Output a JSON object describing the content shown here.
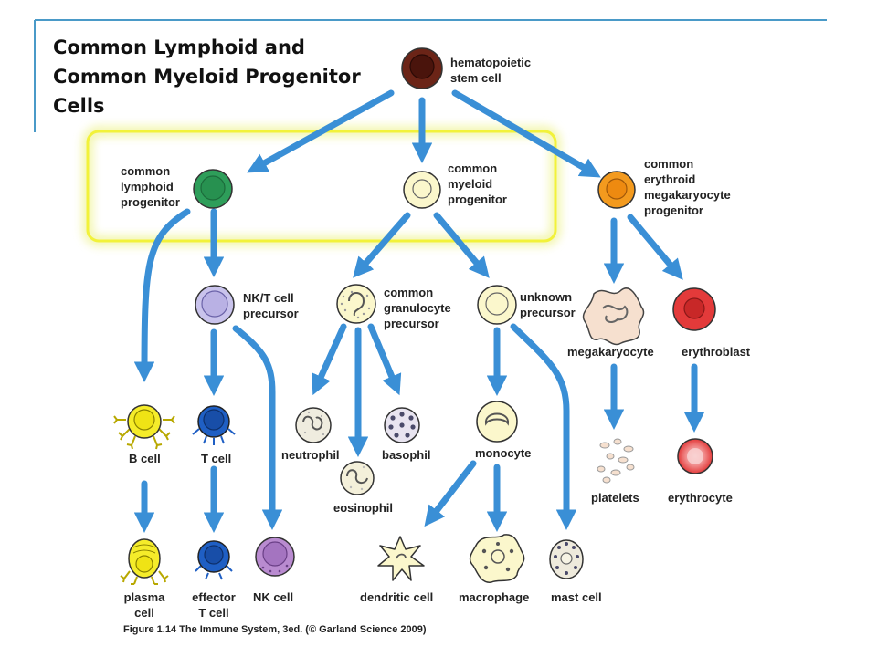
{
  "title": {
    "lines": [
      "Common Lymphoid and",
      "Common Myeloid Progenitor",
      "Cells"
    ]
  },
  "cells": {
    "hsc": [
      "hematopoietic",
      "stem cell"
    ],
    "clp": [
      "common",
      "lymphoid",
      "progenitor"
    ],
    "cmp": [
      "common",
      "myeloid",
      "progenitor"
    ],
    "cemp": [
      "common",
      "erythroid",
      "megakaryocyte",
      "progenitor"
    ],
    "nkt": [
      "NK/T cell",
      "precursor"
    ],
    "cgp": [
      "common",
      "granulocyte",
      "precursor"
    ],
    "unknown": [
      "unknown",
      "precursor"
    ],
    "megakaryocyte": "megakaryocyte",
    "erythroblast": "erythroblast",
    "bcell": "B cell",
    "tcell": "T cell",
    "neutrophil": "neutrophil",
    "basophil": "basophil",
    "eosinophil": "eosinophil",
    "monocyte": "monocyte",
    "platelets": "platelets",
    "erythrocyte": "erythrocyte",
    "plasma": [
      "plasma",
      "cell"
    ],
    "effector": [
      "effector",
      "T cell"
    ],
    "nkcell": "NK cell",
    "dendritic": "dendritic cell",
    "macrophage": "macrophage",
    "mast": "mast cell"
  },
  "caption": "Figure 1.14 The Immune System, 3ed. (© Garland Science 2009)",
  "colors": {
    "arrow": "#3a8fd6",
    "highlight": "#f2f23a",
    "hsc": "#6b2417",
    "lymphoid": "#2e9e5a",
    "myeloid_pale": "#fbf7cc",
    "erythroid": "#f39a1e",
    "nkt": "#c9c3ec",
    "bcell": "#f5ec2a",
    "tcell": "#1f5fc4",
    "nk": "#b98bd0",
    "erythro": "#e33a3a",
    "mega": "#f6e0cf"
  }
}
